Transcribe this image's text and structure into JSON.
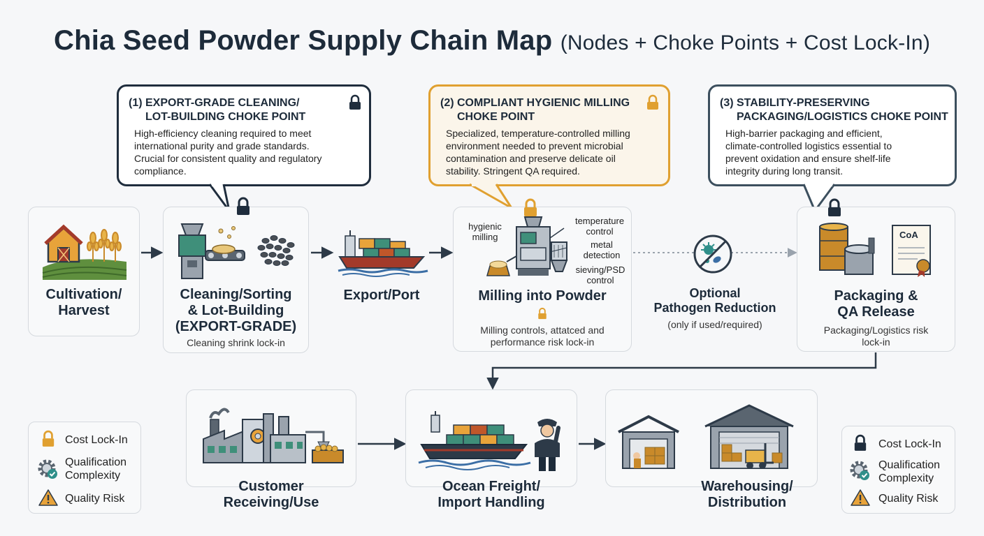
{
  "title": {
    "main": "Chia Seed Powder Supply Chain Map",
    "subtitle": "(Nodes + Choke Points + Cost Lock-In)"
  },
  "callouts": [
    {
      "title_line1": "(1) EXPORT-GRADE CLEANING/",
      "title_line2": "LOT-BUILDING CHOKE POINT",
      "body": [
        "High-efficiency cleaning required to meet",
        "international purity and grade standards.",
        "Crucial for consistent quality and regulatory",
        "compliance."
      ]
    },
    {
      "title_line1": "(2) COMPLIANT HYGIENIC MILLING",
      "title_line2": "CHOKE POINT",
      "body": [
        "Specialized, temperature-controlled milling",
        "environment needed to prevent microbial",
        "contamination and preserve delicate oil",
        "stability. Stringent QA required."
      ]
    },
    {
      "title_line1": "(3) STABILITY-PRESERVING",
      "title_line2": "PACKAGING/LOGISTICS CHOKE POINT",
      "body": [
        "High-barrier packaging and efficient,",
        "climate-controlled logistics essential to",
        "prevent oxidation and ensure shelf-life",
        "integrity during long transit."
      ]
    }
  ],
  "nodes": {
    "cultivation": {
      "title": [
        "Cultivation/",
        "Harvest"
      ]
    },
    "cleaning": {
      "title": [
        "Cleaning/Sorting",
        "& Lot-Building",
        "(EXPORT-GRADE)"
      ],
      "note": "Cleaning shrink lock-in"
    },
    "export": {
      "title": [
        "Export/Port"
      ]
    },
    "milling": {
      "title": [
        "Milling into Powder"
      ],
      "note": [
        "Milling controls, attatced and",
        "performance risk lock-in"
      ],
      "labels": {
        "hygienic": [
          "hygienic",
          "milling"
        ],
        "temperature": [
          "temperature",
          "control"
        ],
        "metal": [
          "metal",
          "detection"
        ],
        "sieving": [
          "sieving/PSD",
          "control"
        ]
      }
    },
    "pathogen": {
      "title": [
        "Optional",
        "Pathogen Reduction"
      ],
      "note": "(only if used/required)"
    },
    "packaging": {
      "title": [
        "Packaging &",
        "QA Release"
      ],
      "note": [
        "Packaging/Logistics risk",
        "lock-in"
      ],
      "doc_label": "CoA"
    },
    "customer": {
      "title": [
        "Customer",
        "Receiving/Use"
      ]
    },
    "ocean": {
      "title": [
        "Ocean Freight/",
        "Import Handling"
      ]
    },
    "warehouse": {
      "title": [
        "Warehousing/",
        "Distribution"
      ]
    }
  },
  "legend": {
    "items": [
      "Cost Lock-In",
      "Qualification",
      "Complexity",
      "Quality Risk"
    ]
  },
  "colors": {
    "navy": "#1f2d3d",
    "gold": "#e0a030",
    "slate": "#3c4f5e",
    "teal": "#2f8f8a",
    "orange": "#e8a33a"
  }
}
